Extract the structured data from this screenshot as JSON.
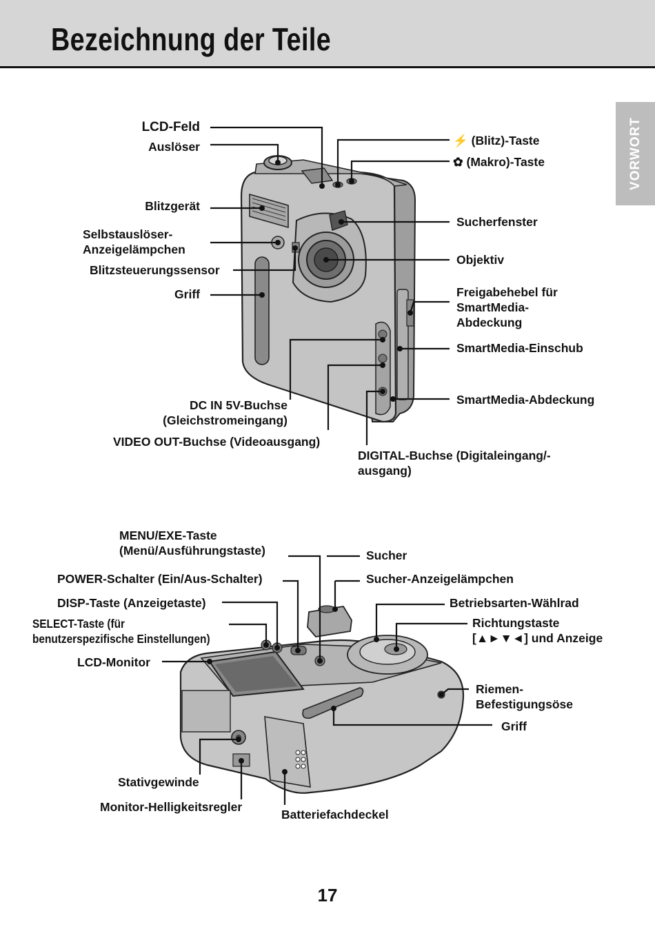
{
  "header": {
    "title": "Bezeichnung der Teile"
  },
  "side_tab": {
    "label": "VORWORT"
  },
  "top_diagram": {
    "labels": {
      "lcd_feld": "LCD-Feld",
      "ausloeser": "Auslöser",
      "blitz_taste": "⚡ (Blitz)-Taste",
      "makro_taste": "✿ (Makro)-Taste",
      "blitzgeraet": "Blitzgerät",
      "selbstausloeser_1": "Selbstauslöser-",
      "selbstausloeser_2": "Anzeigelämpchen",
      "blitzsteuerungssensor": "Blitzsteuerungssensor",
      "griff": "Griff",
      "sucherfenster": "Sucherfenster",
      "objektiv": "Objektiv",
      "freigabe_1": "Freigabehebel für",
      "freigabe_2": "SmartMedia-",
      "freigabe_3": "Abdeckung",
      "smartmedia_einschub": "SmartMedia-Einschub",
      "smartmedia_abdeckung": "SmartMedia-Abdeckung",
      "dc_in_1": "DC IN 5V-Buchse",
      "dc_in_2": "(Gleichstromeingang)",
      "video_out": "VIDEO OUT-Buchse (Videoausgang)",
      "digital_1": "DIGITAL-Buchse (Digitaleingang/-",
      "digital_2": "ausgang)"
    }
  },
  "bottom_diagram": {
    "labels": {
      "menu_exe_1": "MENU/EXE-Taste",
      "menu_exe_2": "(Menü/Ausführungstaste)",
      "power": "POWER-Schalter (Ein/Aus-Schalter)",
      "disp": "DISP-Taste (Anzeigetaste)",
      "select_1": "SELECT-Taste (für",
      "select_2": "benutzerspezifische Einstellungen)",
      "lcd_monitor": "LCD-Monitor",
      "sucher": "Sucher",
      "sucher_anzeige": "Sucher-Anzeigelämpchen",
      "betriebsarten": "Betriebsarten-Wählrad",
      "richtungstaste_1": "Richtungstaste",
      "richtungstaste_2": "[▲►▼◄] und Anzeige",
      "riemen_1": "Riemen-",
      "riemen_2": "Befestigungsöse",
      "griff": "Griff",
      "stativgewinde": "Stativgewinde",
      "monitor_helligkeit": "Monitor-Helligkeitsregler",
      "batteriefach": "Batteriefachdeckel"
    }
  },
  "footer": {
    "page_number": "17"
  }
}
